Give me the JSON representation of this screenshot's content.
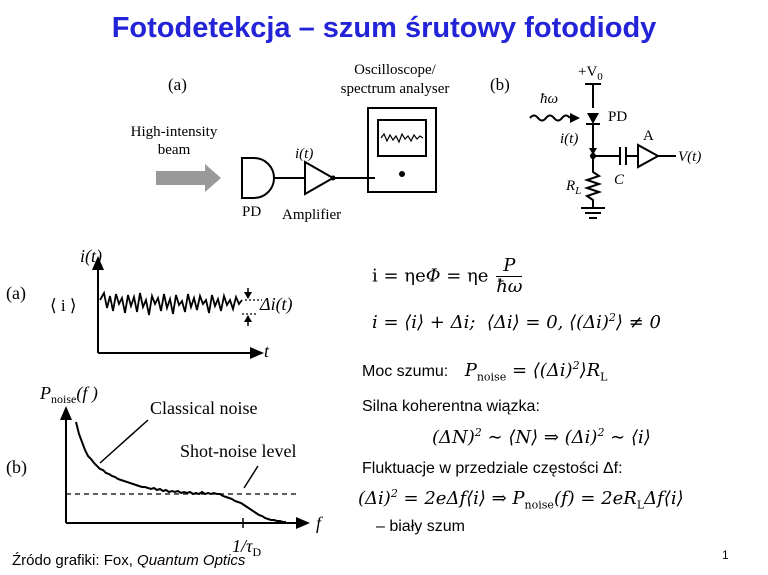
{
  "slide": {
    "title": "Fotodetekcja – szum śrutowy fotodiody",
    "page_number": "1",
    "source_prefix": "Źródo grafiki: Fox, ",
    "source_book": "Quantum Optics"
  },
  "fig_top_a": {
    "panel": "(a)",
    "beam_line1": "High-intensity",
    "beam_line2": "beam",
    "pd": "PD",
    "current": "i(t)",
    "amplifier": "Amplifier",
    "osc_line1": "Oscilloscope/",
    "osc_line2": "spectrum analyser"
  },
  "fig_top_b": {
    "panel": "(b)",
    "vsupply": "+V",
    "vsupply_sub": "0",
    "photon": "ħω",
    "pd": "PD",
    "current": "i(t)",
    "amp": "A",
    "cap": "C",
    "load": "R",
    "load_sub": "L",
    "output": "V(t)"
  },
  "fig_bottom_a": {
    "panel": "(a)",
    "ylabel": "i(t)",
    "mean": "⟨ i ⟩",
    "fluct": "Δi(t)",
    "xlabel": "t"
  },
  "fig_bottom_b": {
    "panel": "(b)",
    "ylabel": "P",
    "ylabel_sub": "noise",
    "ylabel_arg": "(f )",
    "classical": "Classical noise",
    "shot": "Shot-noise level",
    "xlabel": "f",
    "cutoff": "1/τ",
    "cutoff_sub": "D"
  },
  "equations": {
    "eq1": "i = ηeΦ = ηe P/ħω",
    "eq2": "i = ⟨i⟩ + Δi;  ⟨Δi⟩ = 0,  ⟨(Δi)²⟩ ≠ 0",
    "moc_label": "Moc szumu:",
    "eq3": "P_noise = ⟨(Δi)²⟩R_L",
    "silna_label": "Silna koherentna wiązka:",
    "eq4": "(ΔN)² ~ ⟨N⟩ ⇒ (Δi)² ~ ⟨i⟩",
    "fluk_label": "Fluktuacje w przedziale częstości Δf:",
    "eq5": "(Δi)² = 2eΔf⟨i⟩ ⇒ P_noise(f) = 2eR_LΔf⟨i⟩",
    "white": "– biały szum"
  }
}
